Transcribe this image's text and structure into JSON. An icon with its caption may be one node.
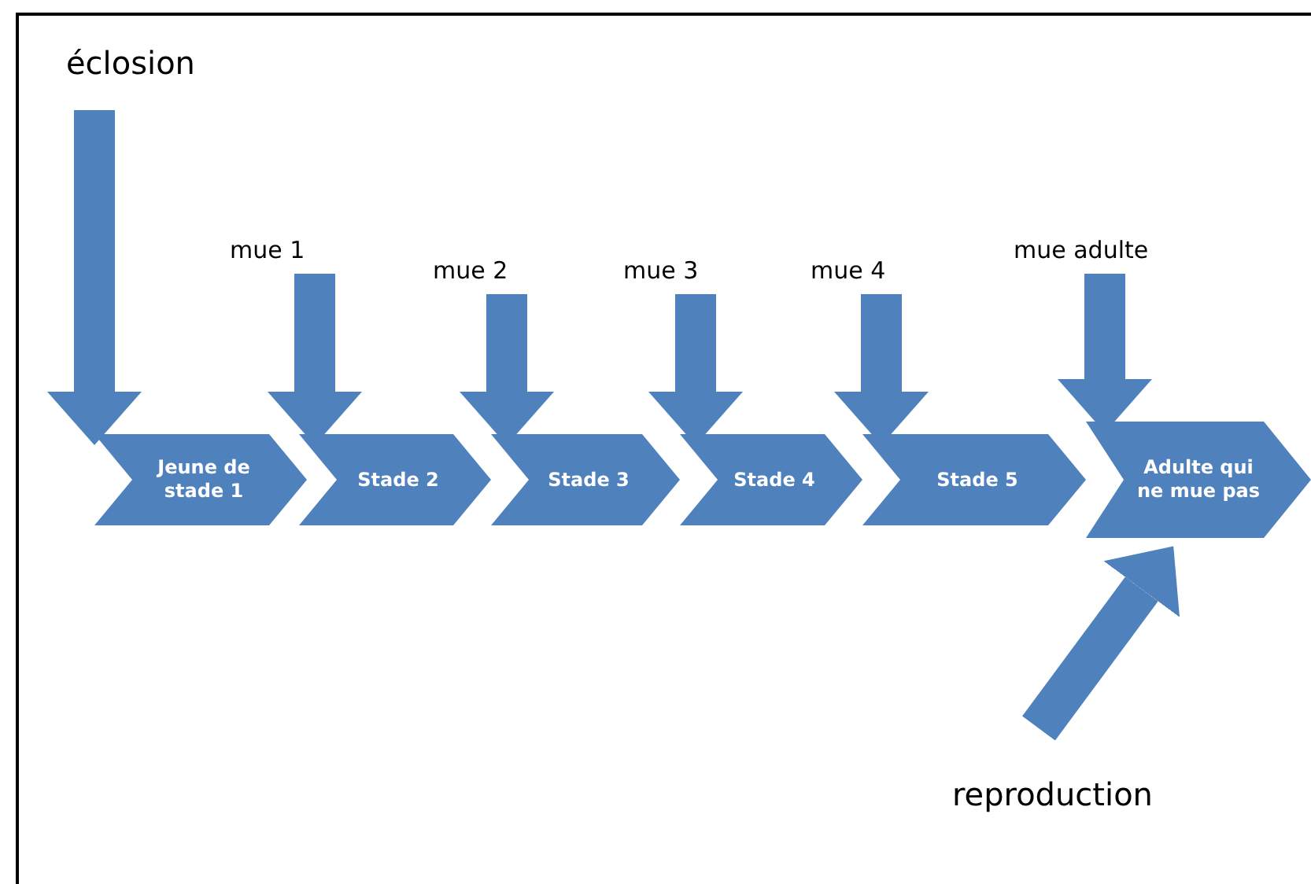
{
  "diagram": {
    "nodes": [
      {
        "text": [
          "éclosion"
        ]
      },
      {
        "text": [
          "mue 1"
        ]
      },
      {
        "text": [
          "mue 2"
        ]
      },
      {
        "text": [
          "mue 3"
        ]
      },
      {
        "text": [
          "mue 4"
        ]
      },
      {
        "text": [
          "mue adulte"
        ]
      },
      {
        "text": [
          "Jeune de stade 1"
        ]
      },
      {
        "text": [
          "Stade 2"
        ]
      },
      {
        "text": [
          "Stade 3"
        ]
      },
      {
        "text": [
          "Stade 4"
        ]
      },
      {
        "text": [
          "Stade 5"
        ]
      },
      {
        "text": [
          "Adulte qui ne mue pas"
        ]
      },
      {
        "text": [
          "reproduction"
        ]
      }
    ],
    "edges": [
      {
        "from": 0,
        "to": 6,
        "arrow": "to"
      },
      {
        "from": 1,
        "to": 7,
        "arrow": "to"
      },
      {
        "from": 2,
        "to": 8,
        "arrow": "to"
      },
      {
        "from": 3,
        "to": 9,
        "arrow": "to"
      },
      {
        "from": 4,
        "to": 10,
        "arrow": "to"
      },
      {
        "from": 5,
        "to": 11,
        "arrow": "to"
      },
      {
        "from": 12,
        "to": 11,
        "arrow": "to"
      }
    ]
  }
}
